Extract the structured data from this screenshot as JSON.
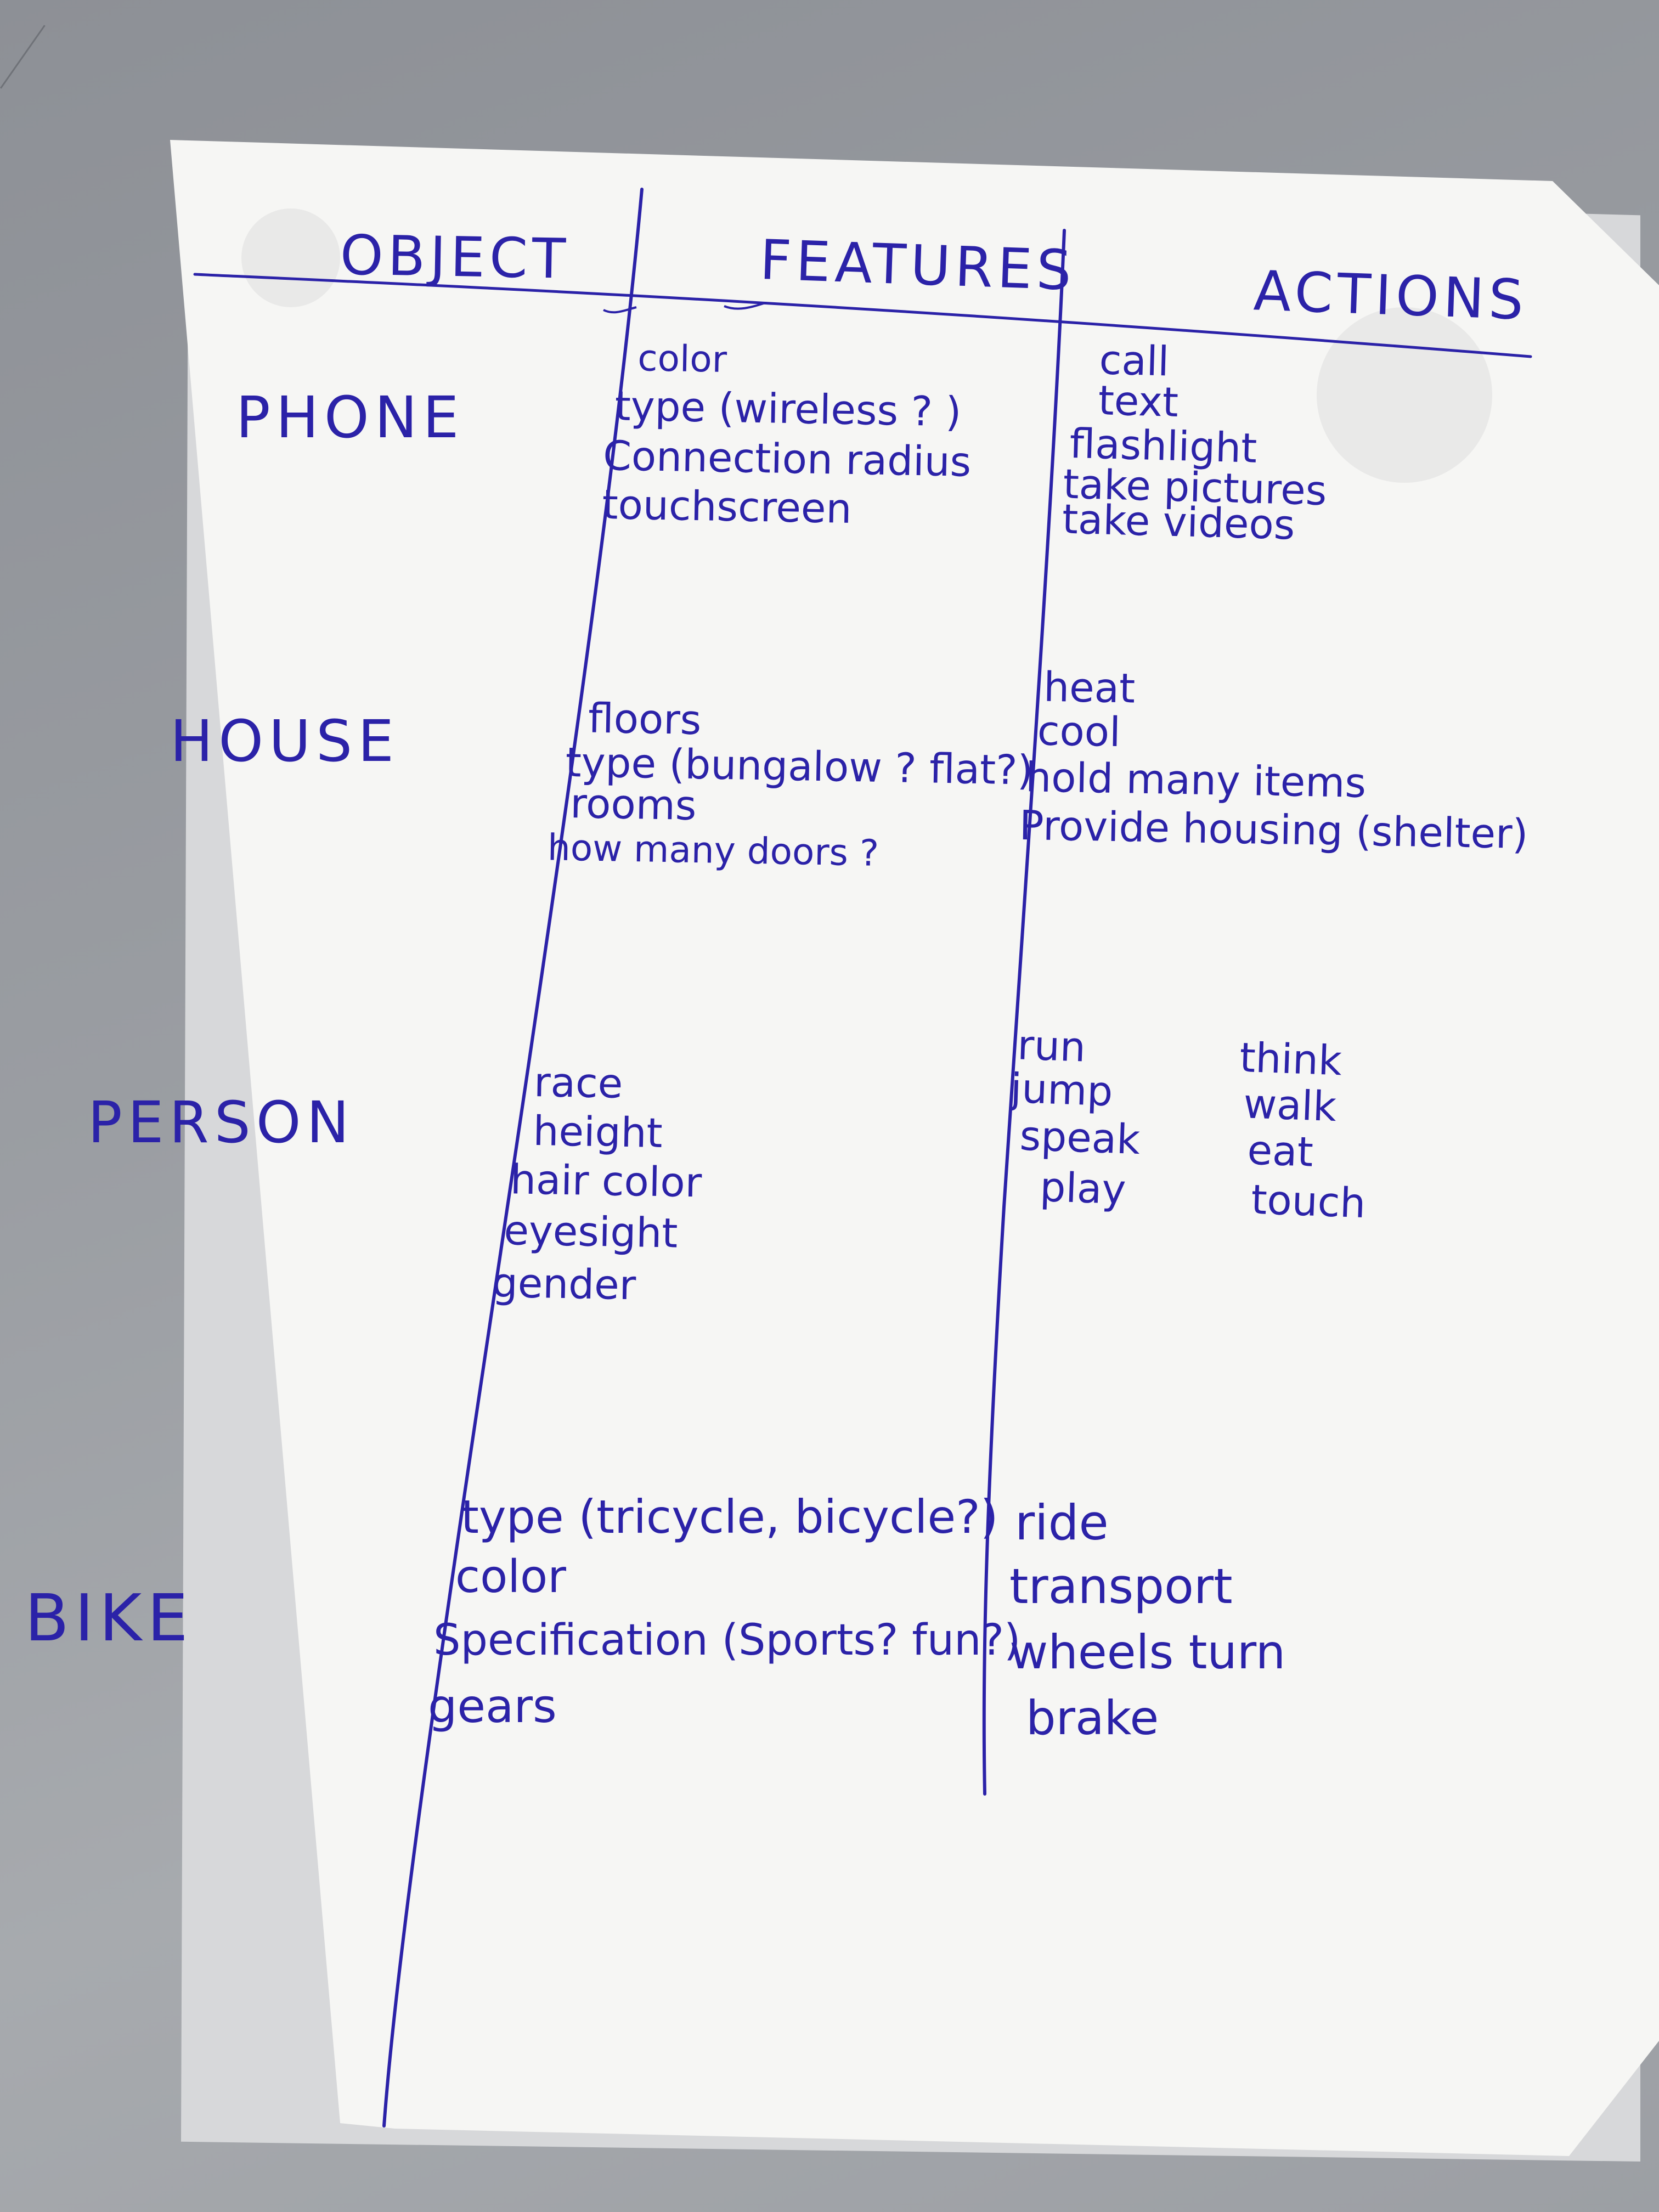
{
  "headers": {
    "object": "OBJECT",
    "features": "FEATURES",
    "actions": "ACTIONS"
  },
  "rows": [
    {
      "object": "PHONE",
      "features": [
        "color",
        "type (wireless ? )",
        "Connection radius",
        "touchscreen"
      ],
      "actions": [
        "call",
        "text",
        "flashlight",
        "take pictures",
        "take videos"
      ]
    },
    {
      "object": "HOUSE",
      "features": [
        "floors",
        "type (bungalow ? flat?)",
        "rooms",
        "how many doors ?"
      ],
      "actions": [
        "heat",
        "cool",
        "hold many items",
        "Provide housing (shelter)"
      ]
    },
    {
      "object": "PERSON",
      "features": [
        "race",
        "height",
        "hair color",
        "eyesight",
        "gender"
      ],
      "actions": [
        "run",
        "jump",
        "speak",
        "play"
      ],
      "actions_col2": [
        "think",
        "walk",
        "eat",
        "touch"
      ]
    },
    {
      "object": "BIKE",
      "features": [
        "type (tricycle, bicycle?)",
        "color",
        "Specification (Sports? fun?)",
        "gears"
      ],
      "actions": [
        "ride",
        "transport",
        "wheels turn",
        "brake"
      ]
    }
  ],
  "colors": {
    "ink": "#2b22a8",
    "paper": "#f6f6f4",
    "table": "#9a9da2"
  }
}
